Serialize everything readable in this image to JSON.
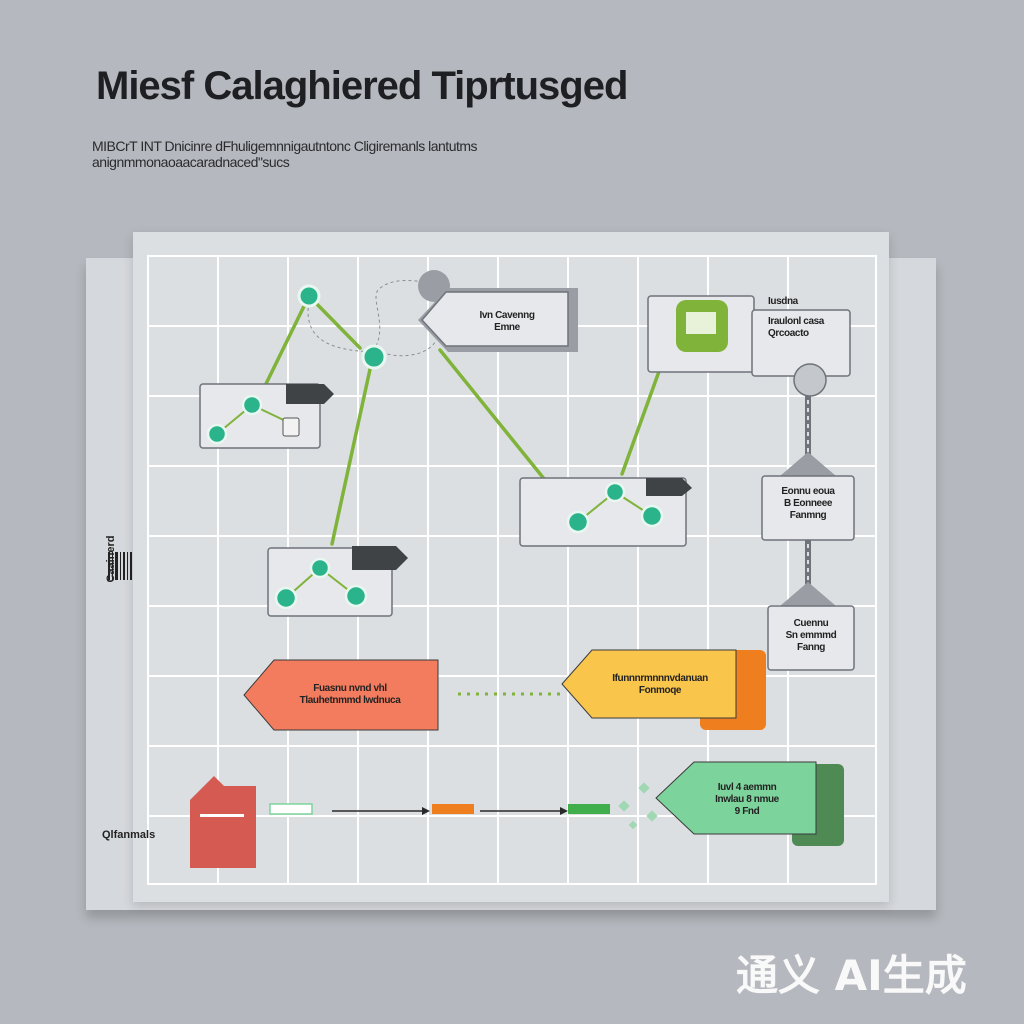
{
  "title": "Miesf Calaghiered Tiprtusged",
  "subtitle": {
    "line1": "MIBCrT INT Dnicinre dFhuligemnnigautntonc Cligiremanls lantutms",
    "line2": "anignmmonaoaacaradnaced\"sucs"
  },
  "side_label": "Caainerd",
  "bottom_label": "Qlfanmals",
  "nodes": {
    "process_tag": {
      "lines": [
        "Ivn Cavenng",
        "Emne"
      ]
    },
    "right_top": {
      "lines": [
        "Iusdna",
        "Iraulonl casa",
        "Qrcoacto"
      ]
    },
    "stack_top": {
      "lines": [
        "Eonnu eoua",
        "B Eonneee",
        "Fanmng"
      ]
    },
    "stack_bottom": {
      "lines": [
        "Cuennu",
        "Sn emmmd",
        "Fanng"
      ]
    },
    "orange_tag": {
      "lines": [
        "Fuasnu nvnd vhl",
        "Tlauhetnmmd lwdnuca"
      ]
    },
    "yellow_tag": {
      "lines": [
        "Ifunnnrmnnnvdanuan",
        "Fonmoqe"
      ]
    },
    "green_tag": {
      "lines": [
        "Iuvl 4 aemmn",
        "Inwlau 8 nmue",
        "9 Fnd"
      ]
    }
  },
  "colors": {
    "grid": "#ffffff",
    "link_green": "#7fb33a",
    "node_teal": "#2bb38c",
    "card_fill": "#e6e8eb",
    "card_stroke": "#6f737a",
    "dark_tab": "#3f4345",
    "orange": "#f47c5e",
    "yellow": "#f9c64b",
    "orange_back": "#ef7e1e",
    "green": "#7dd39c",
    "green_back": "#4f8a55",
    "red": "#d45a52"
  },
  "watermark": "通义 AI生成"
}
